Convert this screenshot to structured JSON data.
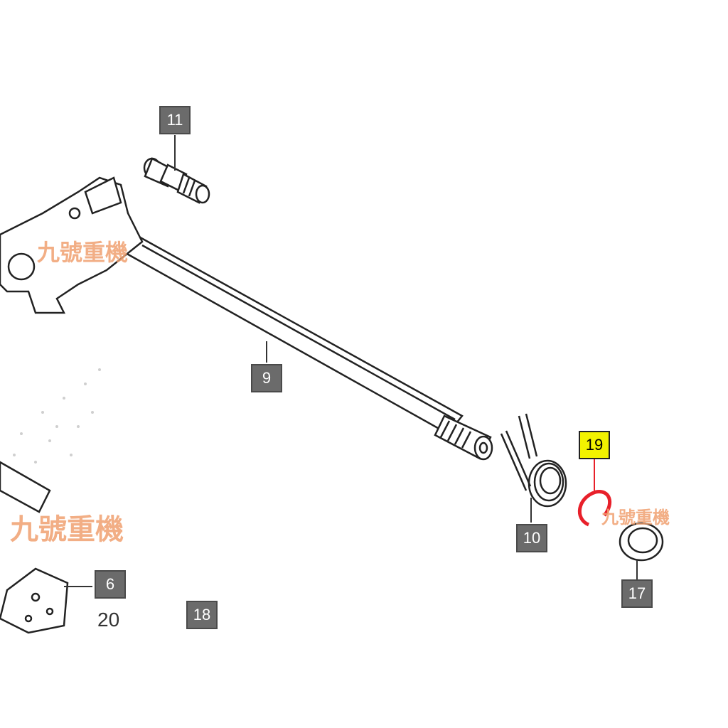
{
  "callouts": {
    "c11": "11",
    "c9": "9",
    "c19": "19",
    "c10": "10",
    "c6": "6",
    "c17": "17",
    "c18": "18"
  },
  "plain_numbers": {
    "n20": "20"
  },
  "watermarks": {
    "w1": "九號重機",
    "w2": "九號重機",
    "w3": "九號重機"
  },
  "colors": {
    "highlight_label": "#f2f200",
    "highlight_part": "#e8202a",
    "label_fill": "#6b6b6b",
    "watermark": "#f0a070"
  }
}
